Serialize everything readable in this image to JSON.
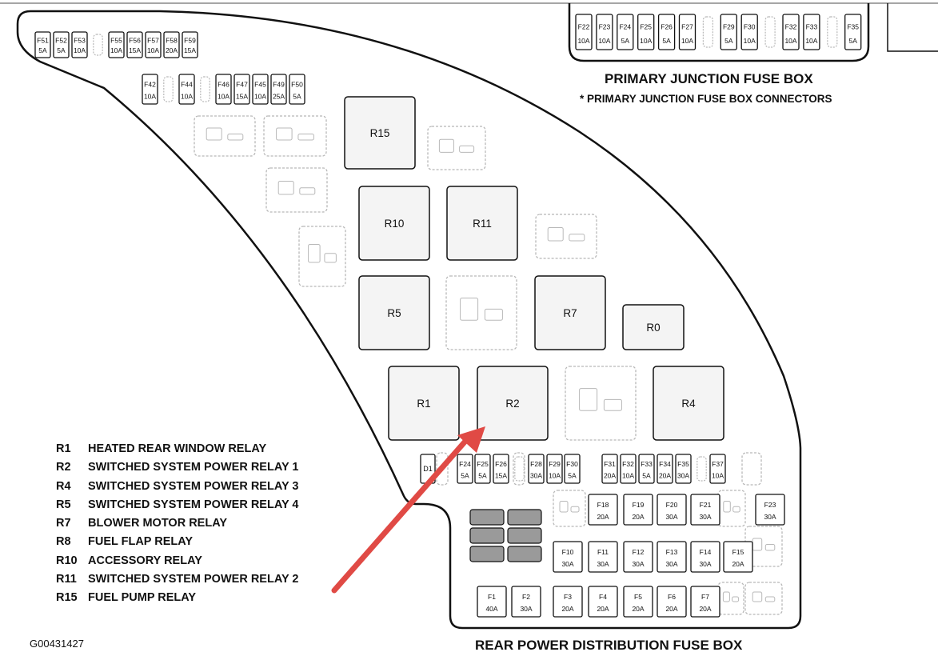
{
  "titles": {
    "primary": "PRIMARY JUNCTION FUSE BOX",
    "primary_note": "* PRIMARY JUNCTION FUSE BOX CONNECTORS",
    "rear": "REAR POWER DISTRIBUTION FUSE BOX",
    "figure_code": "G00431427"
  },
  "primary_fuses": [
    {
      "id": "F22",
      "amp": "10A"
    },
    {
      "id": "F23",
      "amp": "10A"
    },
    {
      "id": "F24",
      "amp": "5A"
    },
    {
      "id": "F25",
      "amp": "10A"
    },
    {
      "id": "F26",
      "amp": "5A"
    },
    {
      "id": "F27",
      "amp": "10A"
    },
    {
      "id": "",
      "amp": ""
    },
    {
      "id": "F29",
      "amp": "5A"
    },
    {
      "id": "F30",
      "amp": "10A"
    },
    {
      "id": "",
      "amp": ""
    },
    {
      "id": "F32",
      "amp": "10A"
    },
    {
      "id": "F33",
      "amp": "10A"
    },
    {
      "id": "",
      "amp": ""
    },
    {
      "id": "F35",
      "amp": "5A"
    }
  ],
  "top_left_fuses_row1": [
    {
      "id": "F51",
      "amp": "5A"
    },
    {
      "id": "F52",
      "amp": "5A"
    },
    {
      "id": "F53",
      "amp": "10A"
    },
    {
      "id": "",
      "amp": ""
    },
    {
      "id": "F55",
      "amp": "10A"
    },
    {
      "id": "F56",
      "amp": "15A"
    },
    {
      "id": "F57",
      "amp": "10A"
    },
    {
      "id": "F58",
      "amp": "20A"
    },
    {
      "id": "F59",
      "amp": "15A"
    }
  ],
  "top_left_fuses_row2": [
    {
      "id": "F42",
      "amp": "10A"
    },
    {
      "id": "",
      "amp": ""
    },
    {
      "id": "F44",
      "amp": "10A"
    },
    {
      "id": "",
      "amp": ""
    },
    {
      "id": "F46",
      "amp": "10A"
    },
    {
      "id": "F47",
      "amp": "15A"
    },
    {
      "id": "F45",
      "amp": "10A"
    },
    {
      "id": "F49",
      "amp": "25A"
    },
    {
      "id": "F50",
      "amp": "5A"
    }
  ],
  "relays": [
    "R15",
    "R10",
    "R11",
    "R5",
    "R7",
    "R0",
    "R1",
    "R2",
    "R4"
  ],
  "diode": "D1",
  "mid_fuses": [
    {
      "id": "F24",
      "amp": "5A"
    },
    {
      "id": "F25",
      "amp": "5A"
    },
    {
      "id": "F26",
      "amp": "15A"
    },
    {
      "id": "",
      "amp": ""
    },
    {
      "id": "F28",
      "amp": "30A"
    },
    {
      "id": "F29",
      "amp": "10A"
    },
    {
      "id": "F30",
      "amp": "5A"
    },
    {
      "id": "F31",
      "amp": "20A"
    },
    {
      "id": "F32",
      "amp": "10A"
    },
    {
      "id": "F33",
      "amp": "5A"
    },
    {
      "id": "F34",
      "amp": "20A"
    },
    {
      "id": "F35",
      "amp": "30A"
    },
    {
      "id": "",
      "amp": ""
    },
    {
      "id": "F37",
      "amp": "10A"
    }
  ],
  "maxi_row1": [
    {
      "id": "",
      "amp": ""
    },
    {
      "id": "F18",
      "amp": "20A"
    },
    {
      "id": "F19",
      "amp": "20A"
    },
    {
      "id": "F20",
      "amp": "30A"
    },
    {
      "id": "F21",
      "amp": "30A"
    },
    {
      "id": "",
      "amp": ""
    },
    {
      "id": "F23",
      "amp": "30A"
    }
  ],
  "maxi_row2": [
    {
      "id": "F10",
      "amp": "30A"
    },
    {
      "id": "F11",
      "amp": "30A"
    },
    {
      "id": "F12",
      "amp": "30A"
    },
    {
      "id": "F13",
      "amp": "30A"
    },
    {
      "id": "F14",
      "amp": "30A"
    },
    {
      "id": "F15",
      "amp": "20A"
    },
    {
      "id": "",
      "amp": ""
    }
  ],
  "maxi_row3": [
    {
      "id": "F1",
      "amp": "40A"
    },
    {
      "id": "F2",
      "amp": "30A"
    },
    {
      "id": "F3",
      "amp": "20A"
    },
    {
      "id": "F4",
      "amp": "20A"
    },
    {
      "id": "F5",
      "amp": "20A"
    },
    {
      "id": "F6",
      "amp": "20A"
    },
    {
      "id": "F7",
      "amp": "20A"
    },
    {
      "id": "",
      "amp": ""
    },
    {
      "id": "",
      "amp": ""
    }
  ],
  "legend": [
    {
      "code": "R1",
      "desc": "HEATED REAR WINDOW RELAY"
    },
    {
      "code": "R2",
      "desc": "SWITCHED SYSTEM POWER RELAY 1"
    },
    {
      "code": "R4",
      "desc": "SWITCHED SYSTEM POWER RELAY 3"
    },
    {
      "code": "R5",
      "desc": "SWITCHED SYSTEM POWER RELAY 4"
    },
    {
      "code": "R7",
      "desc": "BLOWER MOTOR RELAY"
    },
    {
      "code": "R8",
      "desc": "FUEL FLAP RELAY"
    },
    {
      "code": "R10",
      "desc": "ACCESSORY RELAY"
    },
    {
      "code": "R11",
      "desc": "SWITCHED SYSTEM POWER RELAY 2"
    },
    {
      "code": "R15",
      "desc": "FUEL PUMP RELAY"
    }
  ],
  "colors": {
    "arrow": "#e04a45",
    "line": "#111111",
    "ghost": "#b8b8b8",
    "fill": "#f4f4f4"
  }
}
